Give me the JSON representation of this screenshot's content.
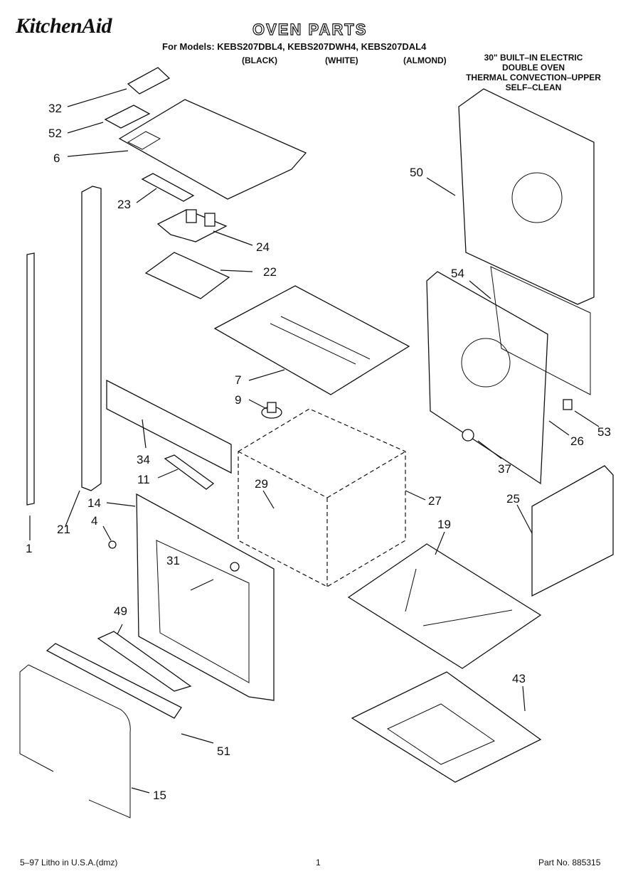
{
  "header": {
    "brand": "KitchenAid",
    "title": "OVEN PARTS",
    "models_line": "For Models: KEBS207DBL4, KEBS207DWH4, KEBS207DAL4",
    "variants": [
      "(BLACK)",
      "(WHITE)",
      "(ALMOND)"
    ],
    "description": [
      "30\" BUILT–IN ELECTRIC",
      "DOUBLE OVEN",
      "THERMAL CONVECTION–UPPER",
      "SELF–CLEAN"
    ]
  },
  "callouts": [
    "32",
    "52",
    "6",
    "23",
    "24",
    "22",
    "7",
    "9",
    "34",
    "11",
    "29",
    "27",
    "14",
    "4",
    "21",
    "1",
    "31",
    "49",
    "51",
    "15",
    "50",
    "54",
    "53",
    "26",
    "37",
    "25",
    "19",
    "43"
  ],
  "footer": {
    "litho": "5–97 Litho in U.S.A.(dmz)",
    "page": "1",
    "part_no": "Part No. 885315"
  }
}
